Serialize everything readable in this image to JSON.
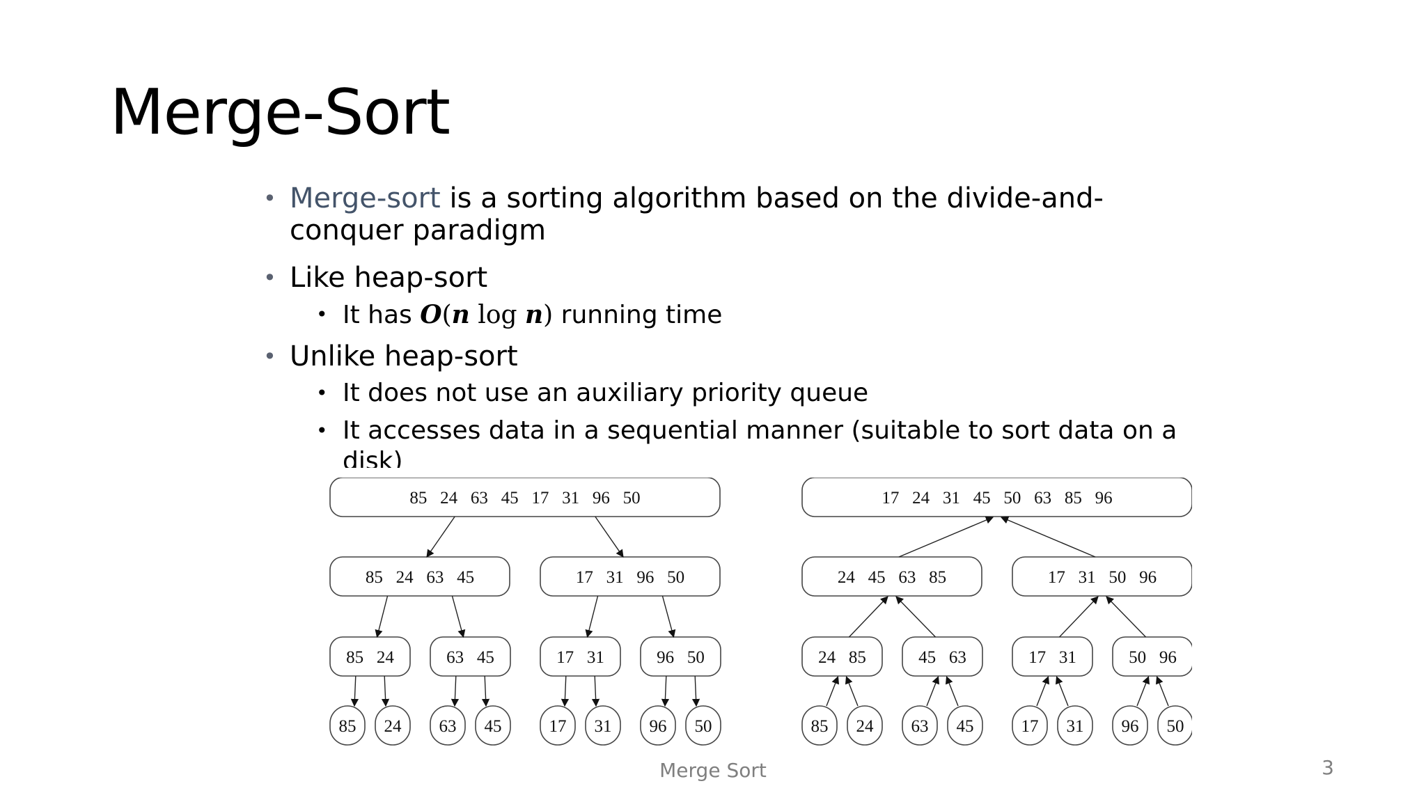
{
  "slide": {
    "title": "Merge-Sort",
    "footer": "Merge Sort",
    "page_number": "3",
    "accent_color": "#44546a"
  },
  "bullets": [
    {
      "highlight": "Merge-sort",
      "text": " is a sorting algorithm based on the divide-and-conquer paradigm"
    },
    {
      "text": "Like heap-sort",
      "sub": [
        {
          "prefix": "It has ",
          "math": {
            "O": "O",
            "open": "(",
            "n1": "n",
            "log": " log ",
            "n2": "n",
            "close": ")"
          },
          "suffix": " running time"
        }
      ]
    },
    {
      "text": "Unlike heap-sort",
      "sub": [
        {
          "text": "It does not use an auxiliary priority queue"
        },
        {
          "text": "It accesses data in a sequential manner (suitable to sort data on a disk)"
        }
      ]
    }
  ],
  "divide_tree": {
    "level0": [
      "85   24   63   45   17   31   96   50"
    ],
    "level1": [
      "85   24   63   45",
      "17   31   96   50"
    ],
    "level2": [
      "85   24",
      "63   45",
      "17   31",
      "96   50"
    ],
    "level3": [
      "85",
      "24",
      "63",
      "45",
      "17",
      "31",
      "96",
      "50"
    ]
  },
  "merge_tree": {
    "level0": [
      "17   24   31   45   50   63   85   96"
    ],
    "level1": [
      "24   45   63   85",
      "17   31   50   96"
    ],
    "level2": [
      "24   85",
      "45   63",
      "17   31",
      "50   96"
    ],
    "level3": [
      "85",
      "24",
      "63",
      "45",
      "17",
      "31",
      "96",
      "50"
    ]
  }
}
